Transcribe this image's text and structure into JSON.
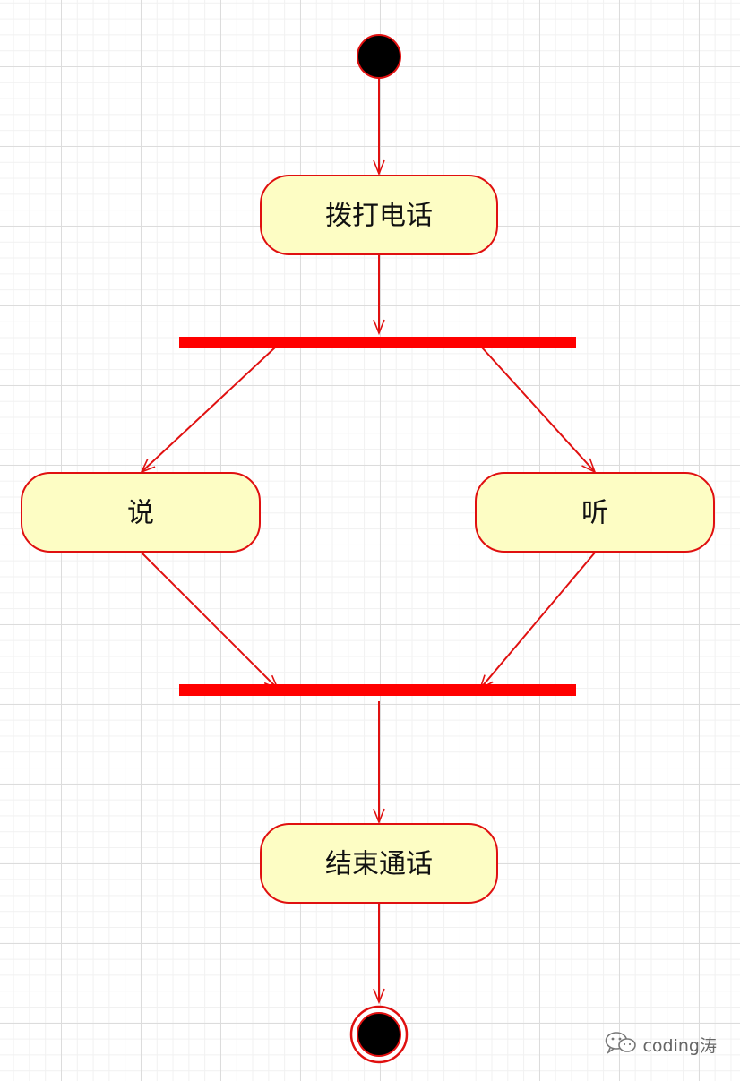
{
  "diagram": {
    "nodes": {
      "dial": {
        "label": "拨打电话"
      },
      "speak": {
        "label": "说"
      },
      "listen": {
        "label": "听"
      },
      "end_call": {
        "label": "结束通话"
      }
    }
  },
  "colors": {
    "stroke": "#e01010",
    "fill": "#fdfdc4",
    "bar": "#ff0000",
    "dot": "#000000"
  },
  "watermark": {
    "text": "coding涛",
    "icon": "wechat-icon"
  }
}
